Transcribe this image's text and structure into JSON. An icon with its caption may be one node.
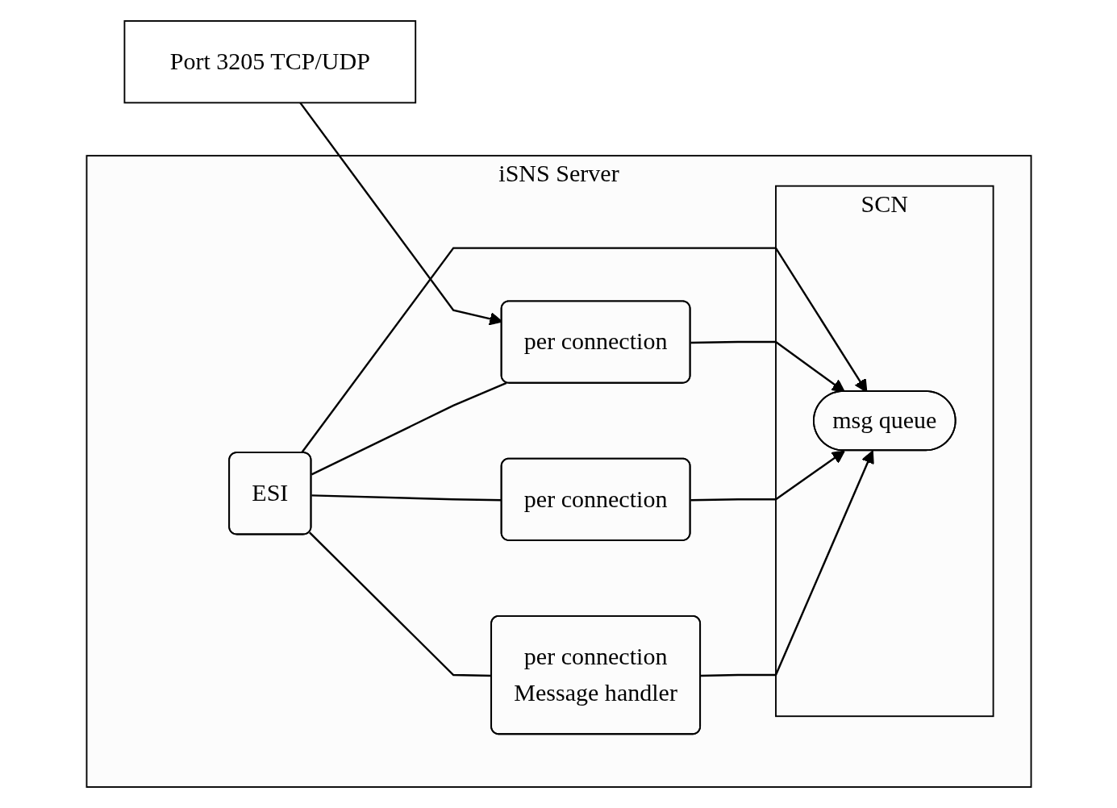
{
  "diagram": {
    "nodes": [
      {
        "text": [
          "Port 3205 TCP/UDP"
        ]
      },
      {
        "text": [
          "iSNS Server"
        ]
      },
      {
        "text": [
          "ESI"
        ],
        "in": 1
      },
      {
        "text": [
          "SCN"
        ],
        "in": 1
      },
      {
        "text": [
          "msg queue"
        ],
        "in": 3
      },
      {
        "text": [
          "per connection"
        ],
        "in": 1
      },
      {
        "text": [
          "per connection"
        ],
        "in": 1
      },
      {
        "text": [
          "per connection",
          "Message handler"
        ],
        "in": 1
      }
    ],
    "edges": [
      {
        "from": 0,
        "to": 5,
        "arrow": "to"
      },
      {
        "from": 2,
        "to": 4,
        "arrow": "to"
      },
      {
        "from": 2,
        "to": 5,
        "arrow": "none"
      },
      {
        "from": 2,
        "to": 6,
        "arrow": "none"
      },
      {
        "from": 2,
        "to": 7,
        "arrow": "none"
      },
      {
        "from": 5,
        "to": 4,
        "arrow": "to"
      },
      {
        "from": 6,
        "to": 4,
        "arrow": "to"
      },
      {
        "from": 7,
        "to": 4,
        "arrow": "to"
      }
    ]
  }
}
